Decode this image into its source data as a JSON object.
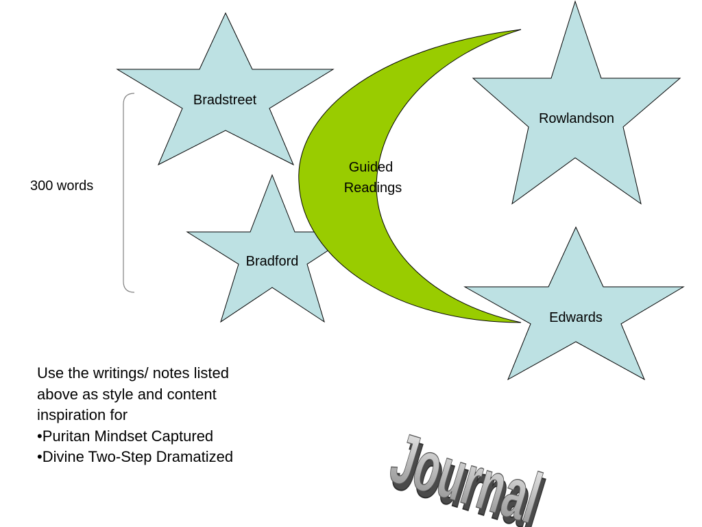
{
  "colors": {
    "star_fill": "#bde1e3",
    "moon_fill": "#99cc00",
    "outline": "#000000",
    "wordart_light": "#dcdcdc",
    "wordart_dark": "#4a4a4a"
  },
  "stars": {
    "bradstreet": "Bradstreet",
    "rowlandson": "Rowlandson",
    "bradford": "Bradford",
    "edwards": "Edwards"
  },
  "moon": {
    "line1": "Guided",
    "line2": "Readings"
  },
  "bracket": {
    "label": "300 words"
  },
  "note": {
    "line1": "Use the writings/ notes listed",
    "line2": "above as style and content",
    "line3": "inspiration for",
    "bullet1": "•Puritan Mindset Captured",
    "bullet2": "•Divine Two-Step Dramatized"
  },
  "wordart": {
    "text": "Journal"
  }
}
